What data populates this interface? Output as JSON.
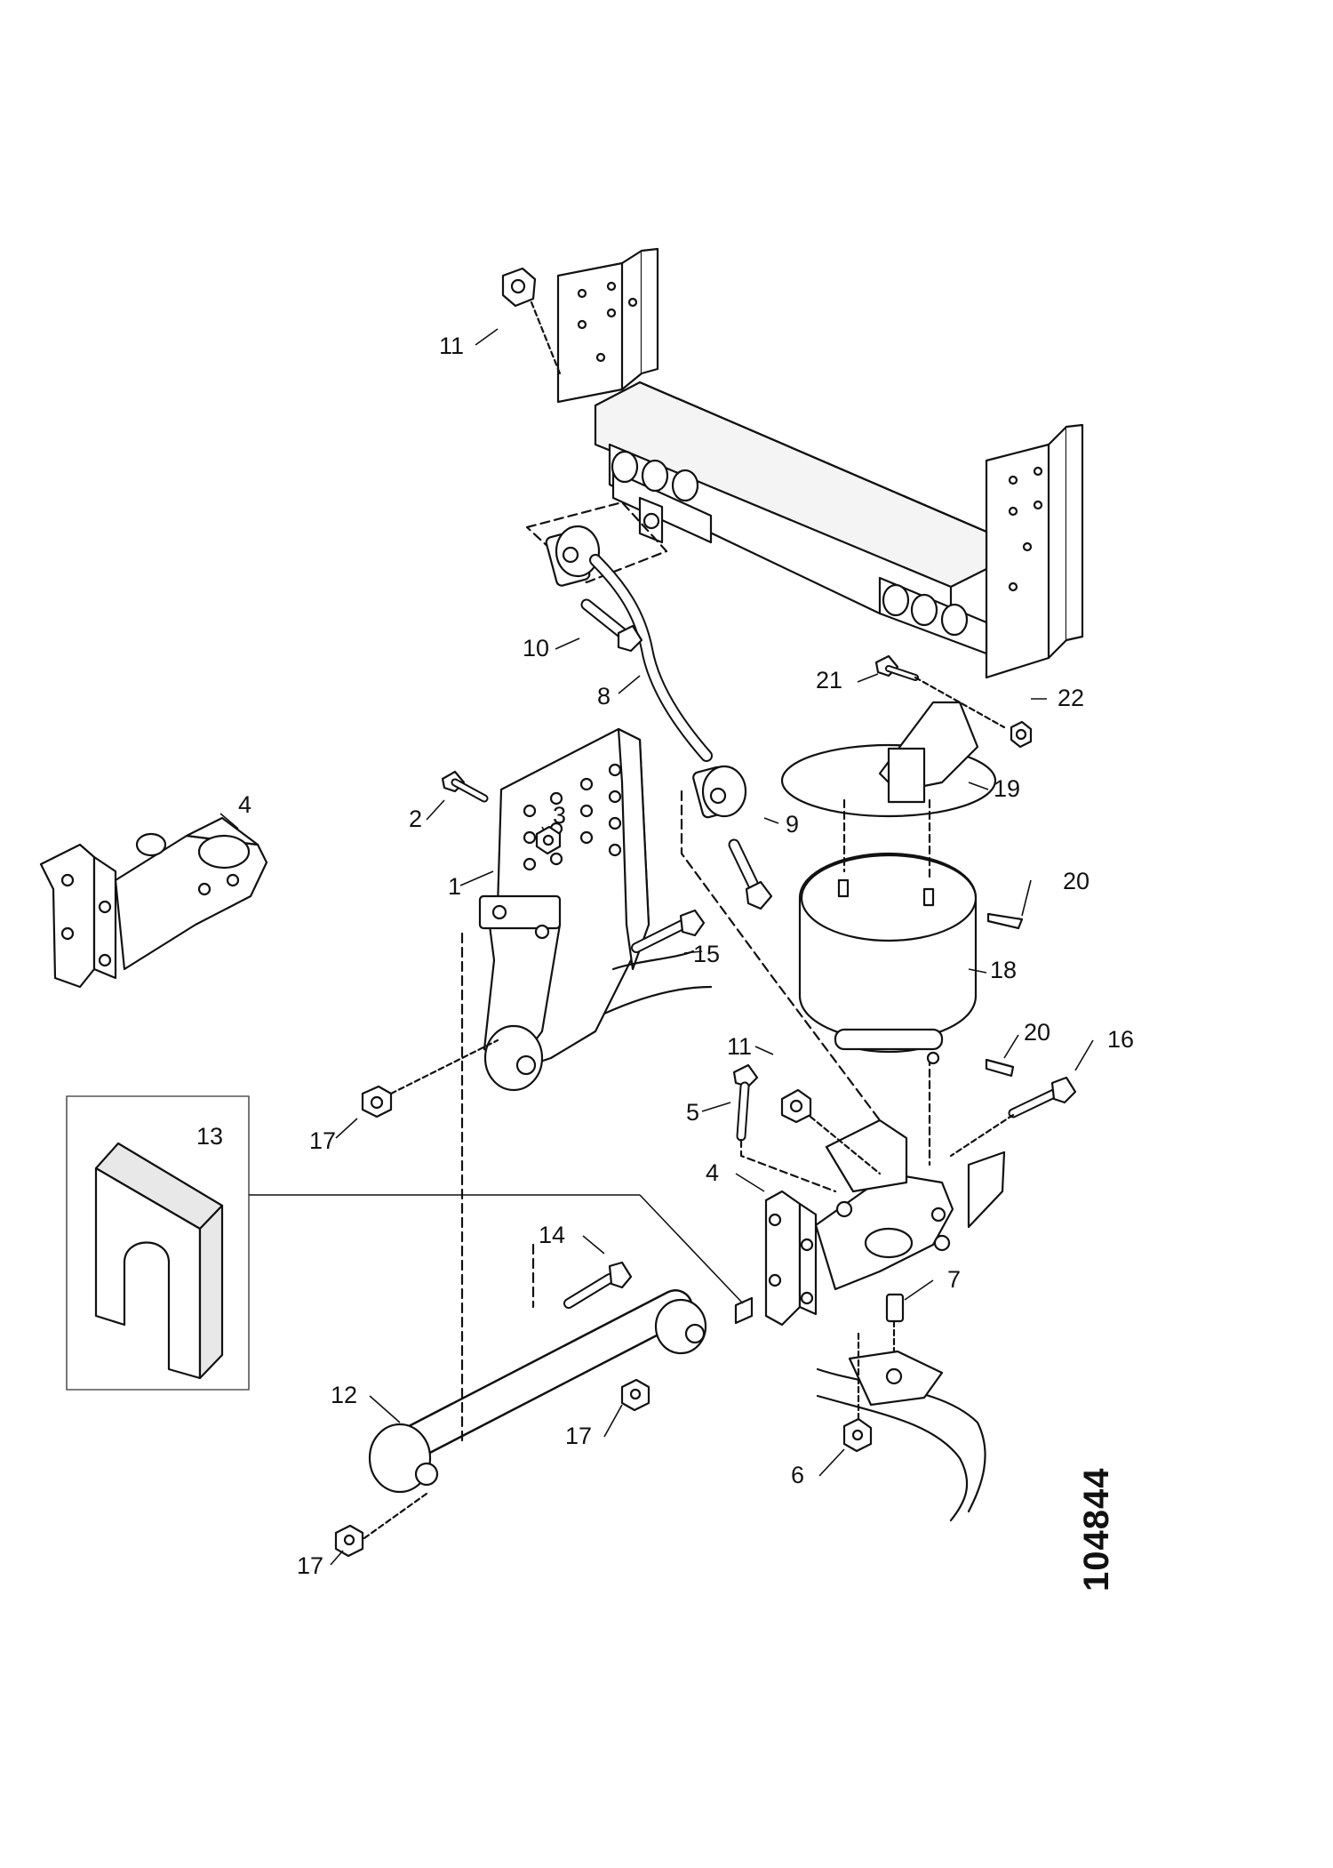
{
  "figure": {
    "drawing_number": "104844"
  },
  "callouts": {
    "c11_top": "11",
    "c10": "10",
    "c8": "8",
    "c21": "21",
    "c22": "22",
    "c19": "19",
    "c4_left": "4",
    "c2": "2",
    "c3": "3",
    "c9": "9",
    "c1": "1",
    "c20_top": "20",
    "c15": "15",
    "c18": "18",
    "c20_bottom": "20",
    "c11_mid": "11",
    "c16": "16",
    "c13": "13",
    "c5": "5",
    "c17_mid": "17",
    "c4_mid": "4",
    "c14": "14",
    "c7": "7",
    "c12": "12",
    "c17_lower": "17",
    "c6": "6",
    "c17_bottom": "17"
  },
  "colors": {
    "line": "#111111",
    "fill": "#ffffff",
    "shade": "#e8e8e8"
  }
}
